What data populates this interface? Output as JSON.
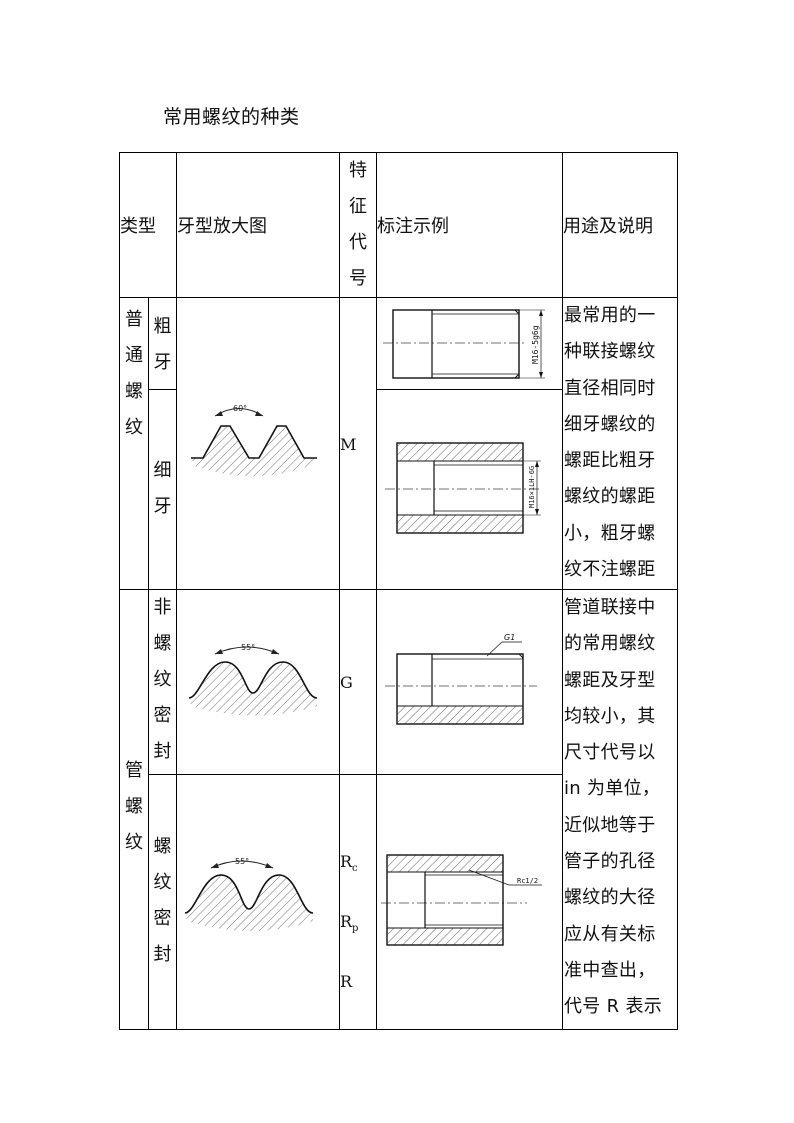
{
  "title": "常用螺纹的种类",
  "headers": {
    "type": "类型",
    "profile": "牙型放大图",
    "code": [
      "特",
      "征",
      "代",
      "号"
    ],
    "example": "标注示例",
    "usage": "用途及说明"
  },
  "groups": [
    {
      "name": [
        "普",
        "通",
        "螺",
        "纹"
      ],
      "subtypes": [
        {
          "name": [
            "粗",
            "牙"
          ],
          "example_label": "M16-5g6g"
        },
        {
          "name": [
            "细",
            "牙"
          ],
          "example_label": "M16×1LH-6G"
        }
      ],
      "profile_angle": "60°",
      "code": "M",
      "usage": [
        "最常用的一",
        "种联接螺纹",
        "直径相同时",
        "细牙螺纹的",
        "螺距比粗牙",
        "螺纹的螺距",
        "小，粗牙螺",
        "纹不注螺距"
      ]
    },
    {
      "name": [
        "管",
        "螺",
        "纹"
      ],
      "subtypes": [
        {
          "name": [
            "非",
            "螺",
            "纹",
            "密",
            "封"
          ],
          "profile_angle": "55°",
          "code": "G",
          "example_label": "G1"
        },
        {
          "name": [
            "螺",
            "纹",
            "密",
            "封"
          ],
          "profile_angle": "55°",
          "codes": [
            {
              "base": "R",
              "sub": "c"
            },
            {
              "base": "R",
              "sub": "p"
            },
            {
              "base": "R",
              "sub": ""
            }
          ],
          "example_label": "Rc1/2"
        }
      ],
      "usage": [
        "管道联接中",
        "的常用螺纹",
        "螺距及牙型",
        "均较小，其",
        "尺寸代号以",
        "in 为单位，",
        "近似地等于",
        "管子的孔径",
        "螺纹的大径",
        "应从有关标",
        "准中查出，",
        "代号 R 表示"
      ]
    }
  ]
}
